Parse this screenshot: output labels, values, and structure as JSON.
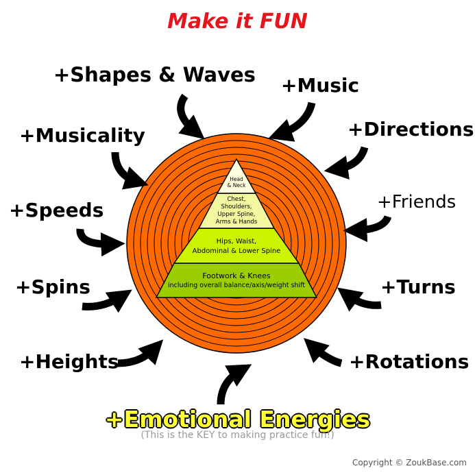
{
  "title": "Make it FUN",
  "pyramid": {
    "tier1": [
      "Head",
      "& Neck"
    ],
    "tier2": [
      "Chest,",
      "Shoulders,",
      "Upper Spine,",
      "Arms & Hands"
    ],
    "tier3": [
      "Hips, Waist,",
      "Abdominal & Lower Spine"
    ],
    "tier4": [
      "Footwork & Knees",
      "including overall balance/axis/weight shift"
    ]
  },
  "labels": {
    "shapes_waves": "+Shapes & Waves",
    "music": "+Music",
    "musicality": "+Musicality",
    "directions": "+Directions",
    "friends": "+Friends",
    "speeds": "+Speeds",
    "spins": "+Spins",
    "turns": "+Turns",
    "heights": "+Heights",
    "rotations": "+Rotations"
  },
  "key": "+Emotional Energies",
  "key_note": "(This is the KEY to making practice fun!)",
  "copyright": "Copyright © ZoukBase.com",
  "colors": {
    "title": "#e8141b",
    "disc": "#ff6a00",
    "tier1": "#ffffe0",
    "tier2": "#f2f7a0",
    "tier3": "#ccf400",
    "tier4": "#9ccd00",
    "key_text": "#ffff33"
  }
}
